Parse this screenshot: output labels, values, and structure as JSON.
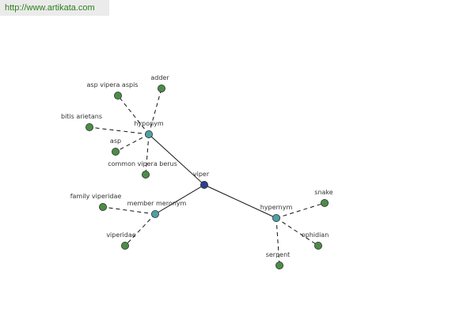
{
  "header": {
    "url": "http://www.artikata.com"
  },
  "colors": {
    "center": "#2c3e8f",
    "relation": "#4fa0a5",
    "leaf": "#4c8c46",
    "line": "#111111",
    "label": "#333333"
  },
  "graph": {
    "center": {
      "label": "viper"
    },
    "relations": [
      {
        "id": "hyponym",
        "label": "hyponym",
        "leaves": [
          "adder",
          "asp vipera aspis",
          "bitis arietans",
          "asp",
          "common vipera berus"
        ]
      },
      {
        "id": "member-meronym",
        "label": "member meronym",
        "leaves": [
          "family viperidae",
          "viperidae"
        ]
      },
      {
        "id": "hypernym",
        "label": "hypernym",
        "leaves": [
          "snake",
          "ophidian",
          "serpent"
        ]
      }
    ]
  }
}
